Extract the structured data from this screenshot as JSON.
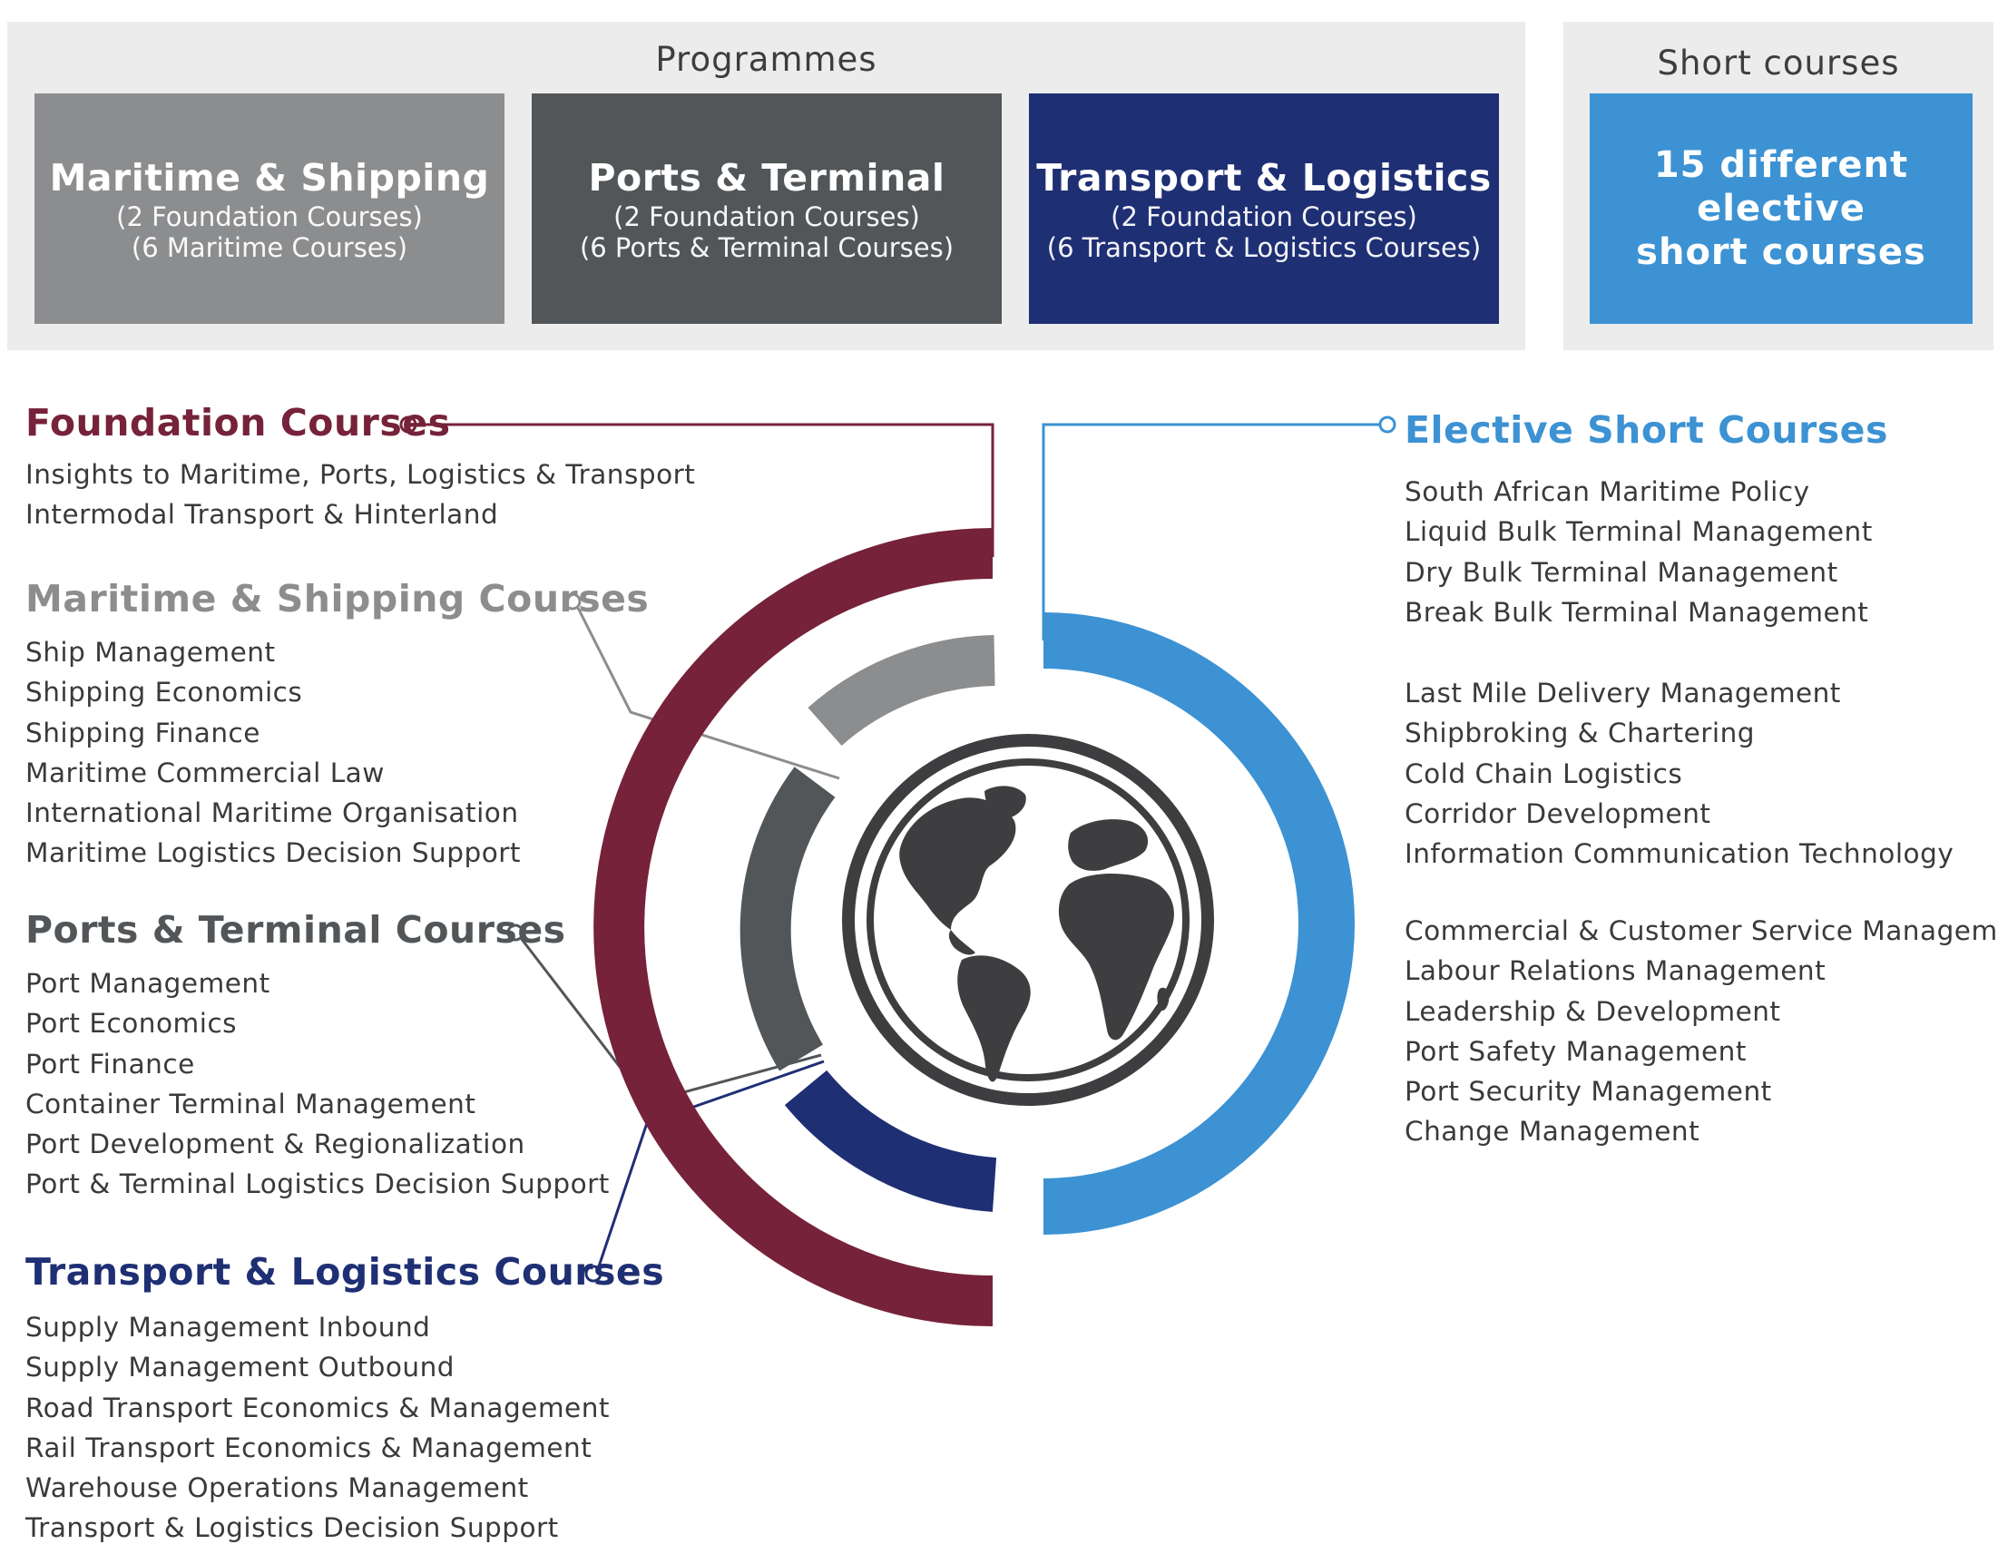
{
  "programmes": {
    "title": "Programmes",
    "cards": [
      {
        "title": "Maritime & Shipping",
        "lines": [
          "(2 Foundation Courses)",
          "(6 Maritime Courses)"
        ]
      },
      {
        "title": "Ports & Terminal",
        "lines": [
          "(2 Foundation Courses)",
          "(6 Ports & Terminal Courses)"
        ]
      },
      {
        "title": "Transport & Logistics",
        "lines": [
          "(2 Foundation Courses)",
          "(6 Transport & Logistics Courses)"
        ]
      }
    ]
  },
  "short_courses": {
    "title": "Short courses",
    "card_line1": "15 different elective",
    "card_line2": "short courses"
  },
  "left_sections": {
    "foundation": {
      "heading": "Foundation Courses",
      "items": [
        "Insights to Maritime, Ports, Logistics & Transport",
        "Intermodal Transport & Hinterland"
      ]
    },
    "maritime": {
      "heading": "Maritime & Shipping Courses",
      "items": [
        "Ship Management",
        "Shipping Economics",
        "Shipping Finance",
        "Maritime Commercial Law",
        "International Maritime Organisation",
        "Maritime Logistics Decision Support"
      ]
    },
    "ports": {
      "heading": "Ports & Terminal Courses",
      "items": [
        "Port Management",
        "Port Economics",
        "Port Finance",
        "Container Terminal Management",
        "Port Development & Regionalization",
        "Port & Terminal Logistics Decision Support"
      ]
    },
    "transport": {
      "heading": "Transport & Logistics Courses",
      "items": [
        "Supply Management Inbound",
        "Supply Management Outbound",
        "Road Transport Economics & Management",
        "Rail Transport Economics & Management",
        "Warehouse Operations Management",
        "Transport & Logistics Decision Support"
      ]
    }
  },
  "elective": {
    "heading": "Elective Short Courses",
    "group1": [
      "South African Maritime Policy",
      "Liquid Bulk Terminal Management",
      "Dry Bulk Terminal Management",
      "Break Bulk Terminal Management"
    ],
    "group2": [
      "Last Mile Delivery Management",
      "Shipbroking & Chartering",
      "Cold Chain Logistics",
      "Corridor Development",
      "Information Communication Technology"
    ],
    "group3": [
      "Commercial & Customer Service Management",
      "Labour Relations Management",
      "Leadership & Development",
      "Port Safety Management",
      "Port Security Management",
      "Change Management"
    ]
  },
  "colors": {
    "foundation": "#76223a",
    "maritime": "#8c8d8f",
    "ports": "#525658",
    "transport": "#1f2f74",
    "elective": "#3c92d3",
    "panel_bg": "#ececec",
    "globe": "#3e3e40"
  },
  "icons": {
    "center": "globe-icon"
  }
}
